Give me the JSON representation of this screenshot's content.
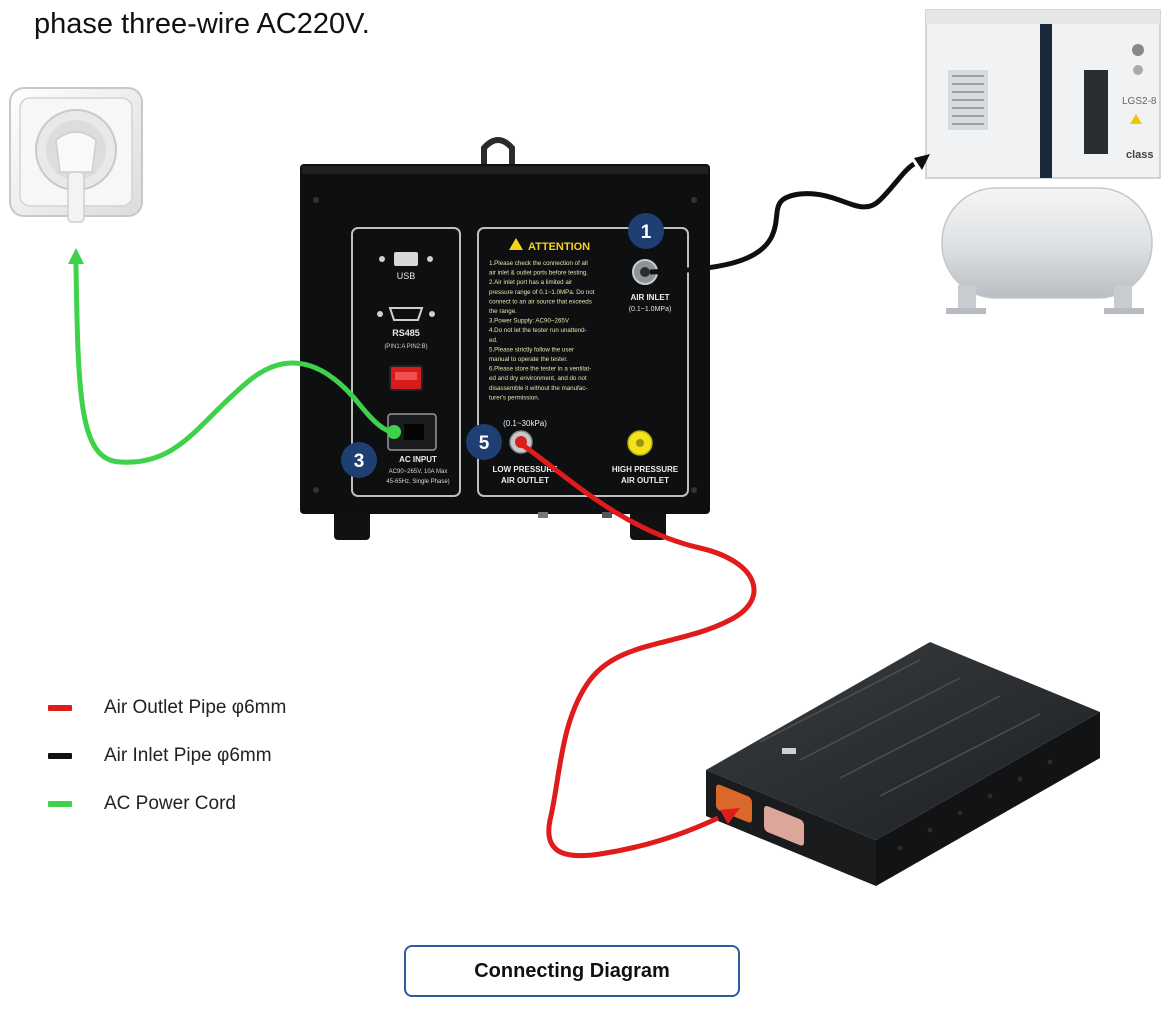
{
  "intro_text": "phase three-wire AC220V.",
  "colors": {
    "outlet_pipe": "#e01b1b",
    "inlet_pipe": "#111111",
    "power_cord": "#3ed14a",
    "badge": "#1f3f73",
    "panel_text": "#e6e3b0",
    "caption_border": "#2d5d9a"
  },
  "device": {
    "left_panel": {
      "usb_label": "USB",
      "rs485_label": "RS485",
      "rs485_sub": "(PIN1:A PIN2:B)",
      "ac_input_label": "AC INPUT",
      "ac_input_spec_1": "AC90~265V, 10A Max",
      "ac_input_spec_2": "45-65Hz, Single Phase)"
    },
    "right_panel": {
      "attention_title": "ATTENTION",
      "attention_lines": [
        "1.Please check the connection of all",
        "air inlet & outlet ports before testing.",
        "2.Air inlet port has a limited air",
        "pressure range of 0.1~1.0MPa. Do not",
        "connect to an air source that exceeds",
        "the range.",
        "3.Power Supply: AC90~265V",
        "4.Do not let the tester run unattend-",
        "ed.",
        "5.Please strictly follow the user",
        "manual to operate the tester.",
        "6.Please store the tester in a ventilat-",
        "ed and dry environment, and do not",
        "disassemble it without the manufac-",
        "turer's permission."
      ],
      "air_inlet_label": "AIR INLET",
      "air_inlet_range": "(0.1~1.0MPa)",
      "low_pressure_range": "(0.1~30kPa)",
      "low_pressure_label_1": "LOW PRESSURE",
      "low_pressure_label_2": "AIR OUTLET",
      "high_pressure_label_1": "HIGH PRESSURE",
      "high_pressure_label_2": "AIR OUTLET"
    },
    "badges": {
      "air_inlet": "1",
      "ac_input": "3",
      "low_pressure": "5"
    }
  },
  "compressor": {
    "model_label": "LGS2-8",
    "brand_label": "class"
  },
  "legend": [
    {
      "label": "Air Outlet Pipe φ6mm",
      "color": "#e01b1b"
    },
    {
      "label": "Air Inlet Pipe φ6mm",
      "color": "#111111"
    },
    {
      "label": "AC Power Cord",
      "color": "#3ed14a"
    }
  ],
  "caption": "Connecting Diagram"
}
